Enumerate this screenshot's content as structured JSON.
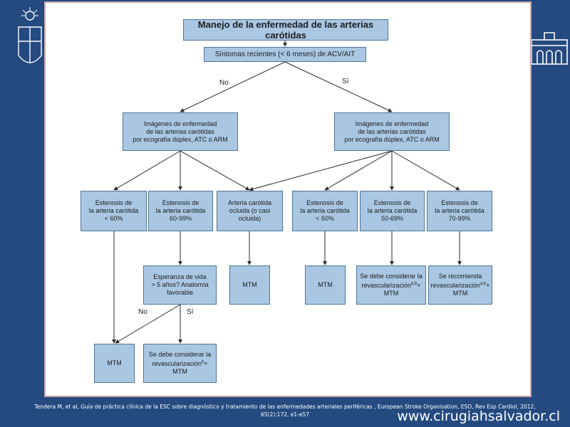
{
  "title": "Manejo de la enfermedad de las arterias carótidas",
  "question": "Síntomas recientes (< 6 meses) de ACV/AIT",
  "branch_no": "No",
  "branch_si": "Sí",
  "imaging_left": "Imágenes de enfermedad\nde las arterias carótidas\npor ecografía dúplex, ATC o ARM",
  "imaging_right": "Imágenes de enfermedad\nde las arterias carótidas\npor ecografía dúplex, ATC o ARM",
  "stenosis_lt60": "Estenosis de\nla arteria carótida\n< 60%",
  "stenosis_60_99": "Estenosis de\nla arteria carótida\n60-99%",
  "occluded": "Arteria carótida\nocluida (o casi\nocluida)",
  "stenosis_lt50": "Estenosis de\nla arteria carótida\n< 50%",
  "stenosis_50_69": "Estenosis de\nla arteria carótida\n50-69%",
  "stenosis_70_99": "Estenosis de\nla arteria carótida\n70-99%",
  "life_expectancy": "Esperanza de vida\n> 5 años? Anatomía\nfavorable",
  "mtm": "MTM",
  "revasc_consider_text": "Se debe considerar la\nrevascularización",
  "revasc_recommend_text": "Se recomienda\nrevascularización",
  "sup_ab": "a,b",
  "sup_b": "b",
  "plus": "+",
  "mtm_tail": "MTM",
  "life_no": "No",
  "life_si": "Sí",
  "citation": "Tendera M, et al, Guía de práctica clínica de la ESC sobre diagnóstico y tratamiento de las enfermedades arteriales periféricas , European Stroke Organisation, ESO, Rev Esp Cardiol, 2012,\n65(2):172, e1-e57",
  "website": "www.cirugiahsalvador.cl",
  "colors": {
    "background": "#244a80",
    "box_fill": "#a9c7e3",
    "box_border": "#4f7496",
    "panel": "#ffffff"
  }
}
